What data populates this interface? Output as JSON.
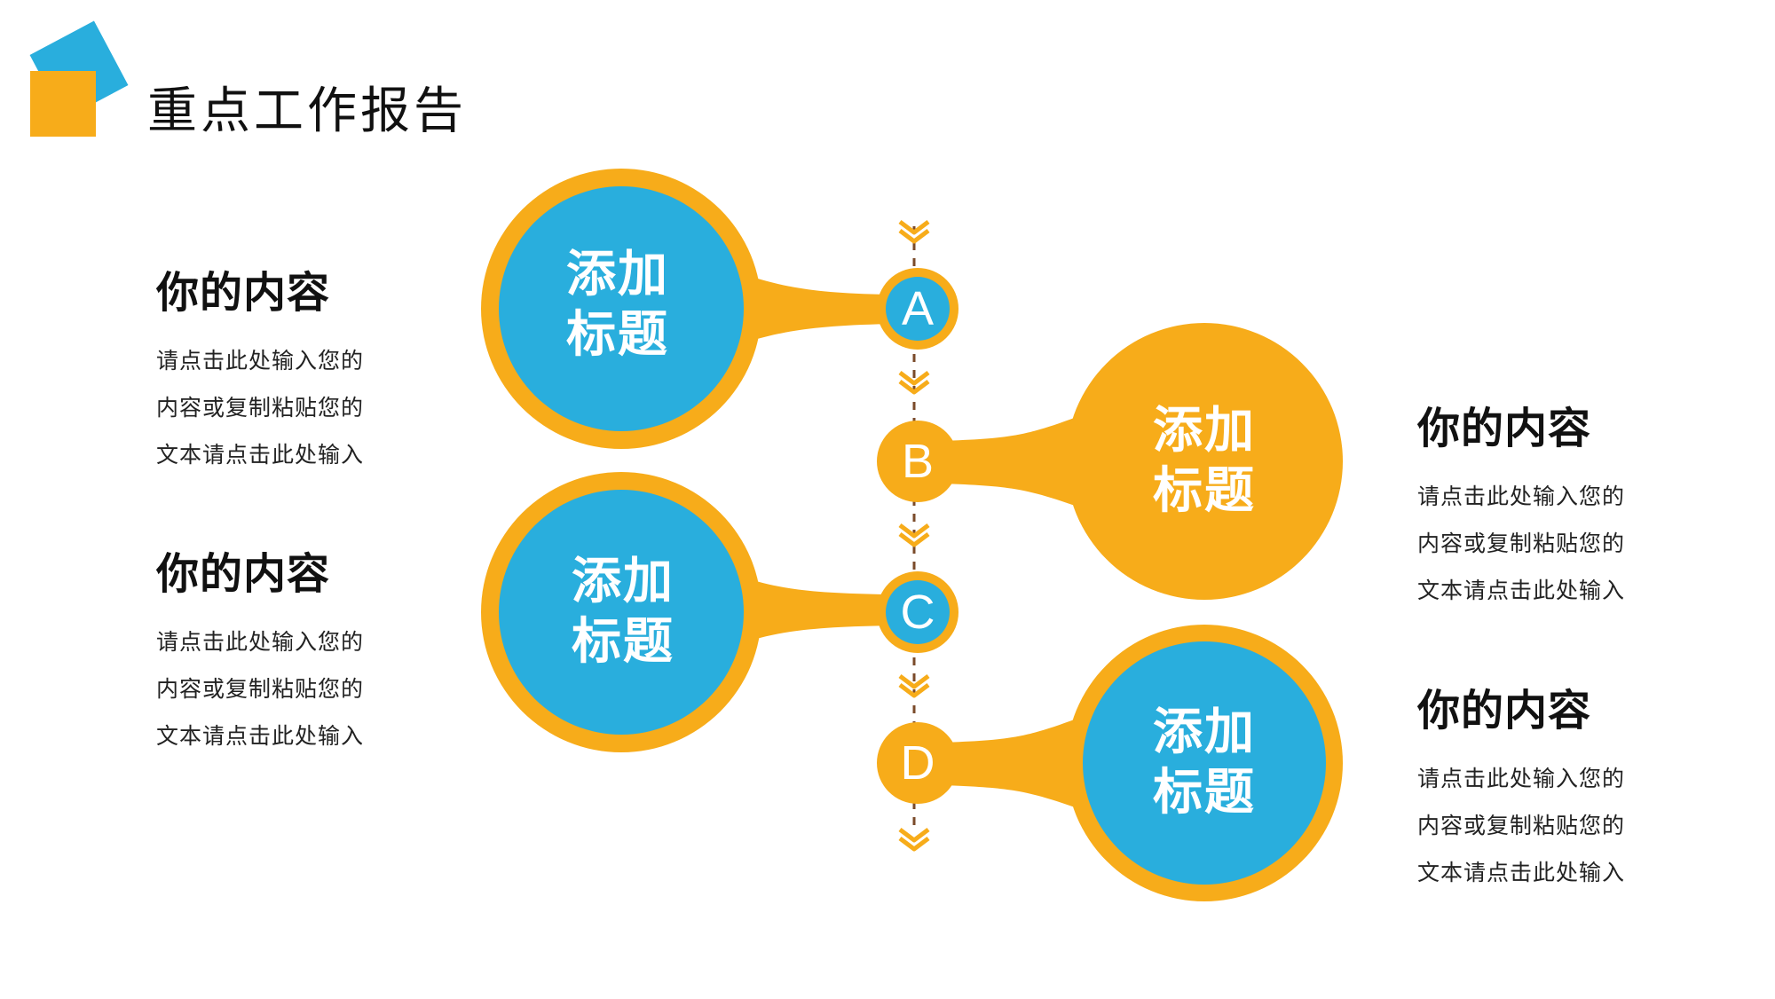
{
  "page_title": "重点工作报告",
  "colors": {
    "orange": "#F7AC1A",
    "blue": "#29AEDD",
    "dash": "#7A4A2A",
    "text": "#111111",
    "background": "#FFFFFF"
  },
  "timeline": {
    "items": [
      {
        "letter": "A",
        "title_line1": "添加",
        "title_line2": "标题",
        "side": "left",
        "inner_color": "blue"
      },
      {
        "letter": "B",
        "title_line1": "添加",
        "title_line2": "标题",
        "side": "right",
        "inner_color": "orange"
      },
      {
        "letter": "C",
        "title_line1": "添加",
        "title_line2": "标题",
        "side": "left",
        "inner_color": "blue"
      },
      {
        "letter": "D",
        "title_line1": "添加",
        "title_line2": "标题",
        "side": "right",
        "inner_color": "blue"
      }
    ]
  },
  "text_blocks": [
    {
      "heading": "你的内容",
      "lines": [
        "请点击此处输入您的",
        "内容或复制粘贴您的",
        "文本请点击此处输入"
      ]
    },
    {
      "heading": "你的内容",
      "lines": [
        "请点击此处输入您的",
        "内容或复制粘贴您的",
        "文本请点击此处输入"
      ]
    },
    {
      "heading": "你的内容",
      "lines": [
        "请点击此处输入您的",
        "内容或复制粘贴您的",
        "文本请点击此处输入"
      ]
    },
    {
      "heading": "你的内容",
      "lines": [
        "请点击此处输入您的",
        "内容或复制粘贴您的",
        "文本请点击此处输入"
      ]
    }
  ]
}
